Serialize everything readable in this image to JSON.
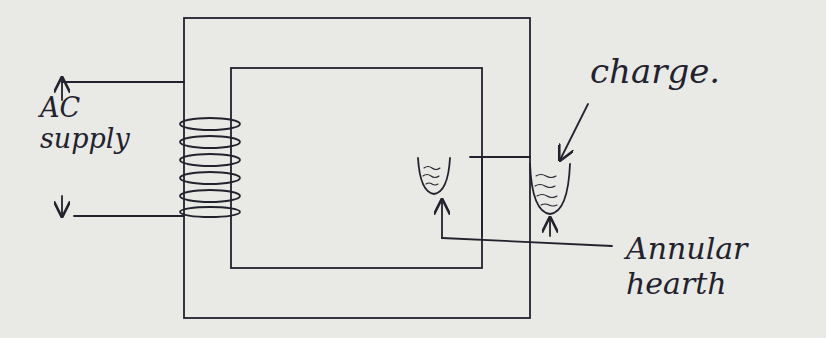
{
  "diagram": {
    "labels": [
      "AC supply",
      "charge.",
      "Annular hearth"
    ]
  }
}
